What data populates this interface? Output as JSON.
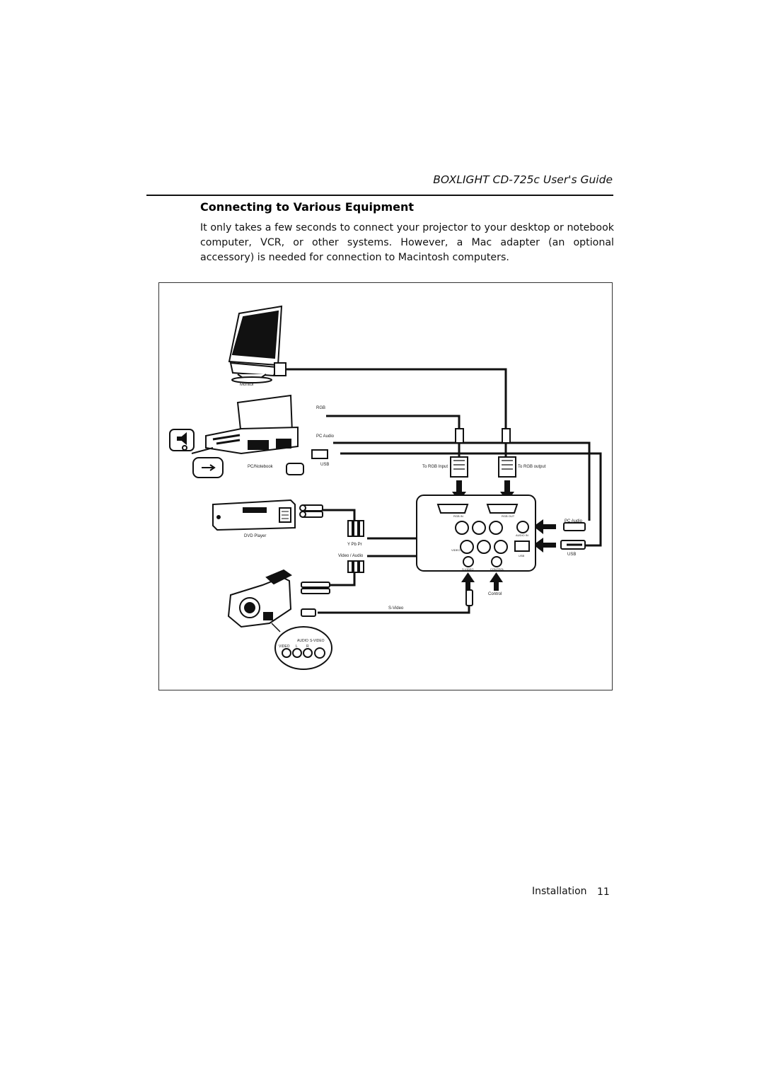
{
  "header": {
    "guide_title": "BOXLIGHT CD-725c User's Guide"
  },
  "section": {
    "title": "Connecting to Various Equipment",
    "intro": "It only takes a few seconds to connect your projector to your desktop or notebook computer, VCR, or other systems. However, a Mac adapter (an optional accessory) is needed for connection to Macintosh computers."
  },
  "diagram": {
    "labels": {
      "monitor": "Monitor",
      "rgb": "RGB",
      "pc_audio_left": "PC Audio",
      "usb_left": "USB",
      "pc_notebook": "PC/Notebook",
      "to_rgb_input": "To RGB Input",
      "to_rgb_output": "To RGB output",
      "dvd_player": "DVD Player",
      "y_pb_pr": "Y Pb Pr",
      "video_audio": "Video / Audio",
      "pc_audio_right": "PC Audio",
      "usb_right": "USB",
      "control": "Control",
      "s_video": "S-Video",
      "audio": "AUDIO",
      "s_video_caps": "S-VIDEO",
      "video_caps": "VIDEO",
      "panel_rgb_in": "RGB IN",
      "panel_rgb_out": "RGB OUT",
      "panel_audio_in": "AUDIO IN",
      "panel_video": "VIDEO",
      "panel_usb": "USB",
      "panel_s_video": "S-VIDEO",
      "panel_control": "CONTROL",
      "cam_l": "L",
      "cam_r": "R"
    }
  },
  "footer": {
    "section_label": "Installation",
    "page_number": "11"
  }
}
